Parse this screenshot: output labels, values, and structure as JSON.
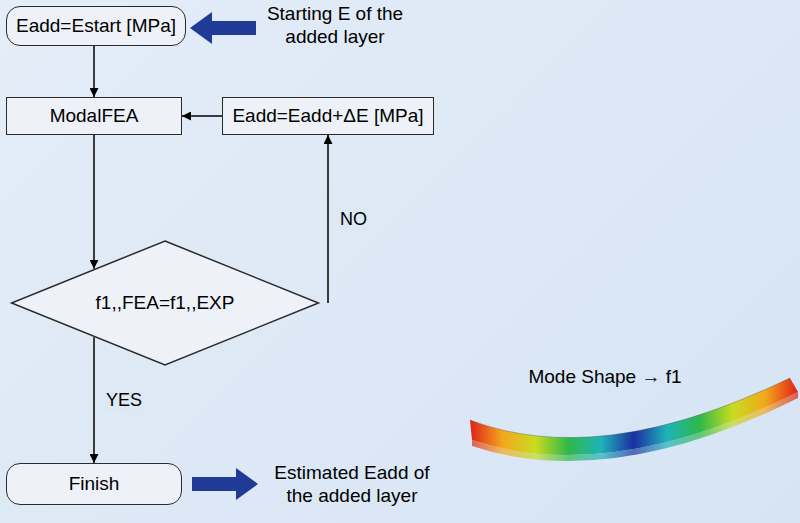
{
  "diagram": {
    "nodes": [
      {
        "text": [
          "Eadd=Estart [MPa]"
        ]
      },
      {
        "text": [
          "ModalFEA"
        ]
      },
      {
        "text": [
          "Eadd=Eadd+ΔE [MPa]"
        ]
      },
      {
        "text": [
          "f1,,FEA=f1,,EXP"
        ]
      },
      {
        "text": [
          "Finish"
        ]
      }
    ],
    "edges": [
      {
        "from": 0,
        "to": 1,
        "arrow": "to"
      },
      {
        "from": 1,
        "to": 3,
        "arrow": "to"
      },
      {
        "from": 3,
        "to": 2,
        "arrow": "to",
        "label": "NO"
      },
      {
        "from": 2,
        "to": 1,
        "arrow": "to"
      },
      {
        "from": 3,
        "to": 4,
        "arrow": "to",
        "label": "YES"
      }
    ],
    "labels": [
      "Starting E of the added layer",
      "Estimated Eadd of the added layer",
      "Mode Shape → f1"
    ]
  }
}
